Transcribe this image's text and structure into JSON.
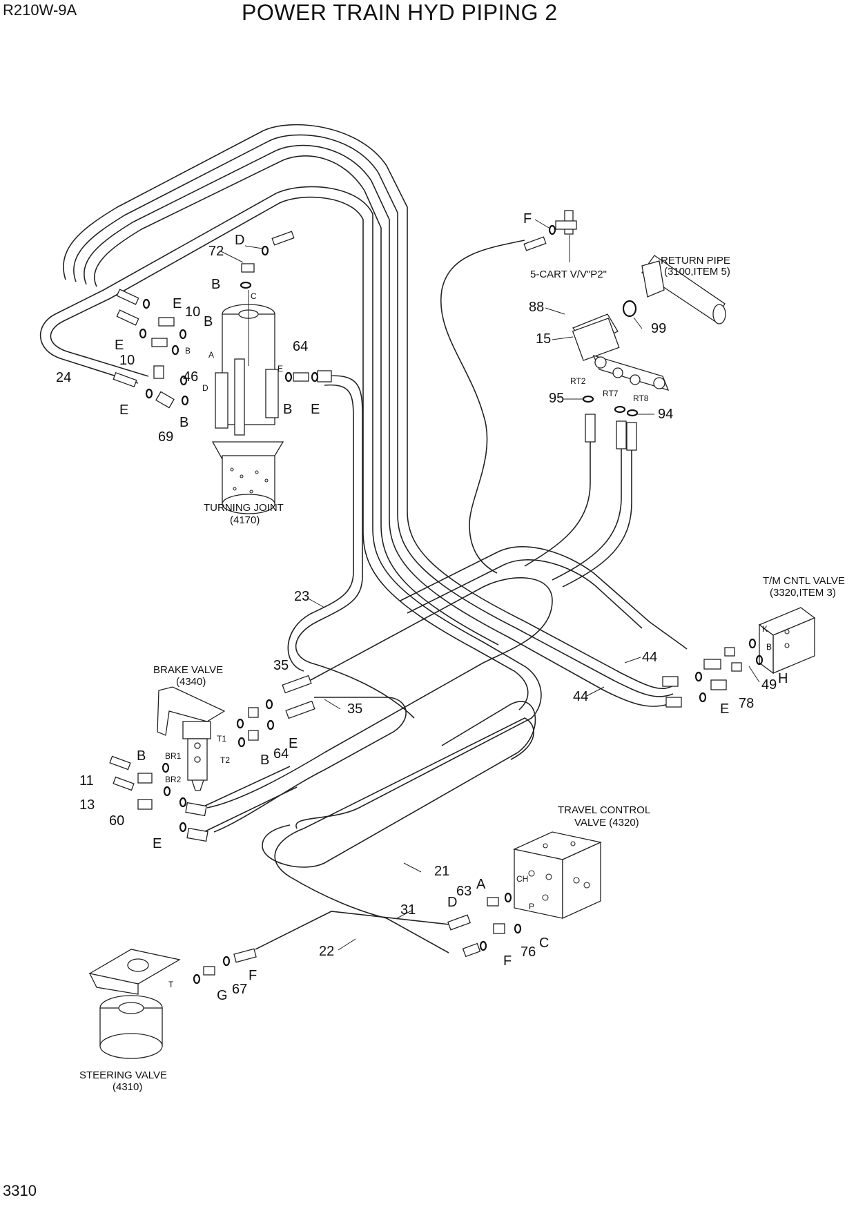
{
  "header": {
    "model": "R210W-9A",
    "title": "POWER TRAIN HYD PIPING 2",
    "page_number": "3310"
  },
  "components": {
    "turning_joint": {
      "name": "TURNING JOINT",
      "ref": "(4170)"
    },
    "return_pipe": {
      "name": "RETURN PIPE",
      "ref": "(3100,ITEM 5)"
    },
    "cart_valve": {
      "name": "5-CART V/V\"P2\""
    },
    "tm_cntl_valve": {
      "name": "T/M CNTL VALVE",
      "ref": "(3320,ITEM 3)"
    },
    "brake_valve": {
      "name": "BRAKE VALVE",
      "ref": "(4340)"
    },
    "travel_control_valve": {
      "name": "TRAVEL CONTROL",
      "ref": "VALVE (4320)"
    },
    "steering_valve": {
      "name": "STEERING VALVE",
      "ref": "(4310)"
    }
  },
  "callouts": [
    "F",
    "72",
    "D",
    "B",
    "E",
    "10",
    "B",
    "E",
    "10",
    "46",
    "24",
    "E",
    "69",
    "B",
    "64",
    "B",
    "E",
    "88",
    "15",
    "99",
    "95",
    "94",
    "23",
    "35",
    "35",
    "64",
    "E",
    "B",
    "11",
    "B",
    "13",
    "60",
    "E",
    "44",
    "44",
    "E",
    "78",
    "49",
    "H",
    "21",
    "63",
    "A",
    "D",
    "31",
    "22",
    "76",
    "C",
    "F",
    "67",
    "F",
    "G"
  ],
  "port_labels": [
    "C",
    "A",
    "B",
    "D",
    "E",
    "RT2",
    "RT7",
    "RT8",
    "T1",
    "T2",
    "BR1",
    "BR2",
    "K",
    "B",
    "CH",
    "P",
    "T"
  ]
}
